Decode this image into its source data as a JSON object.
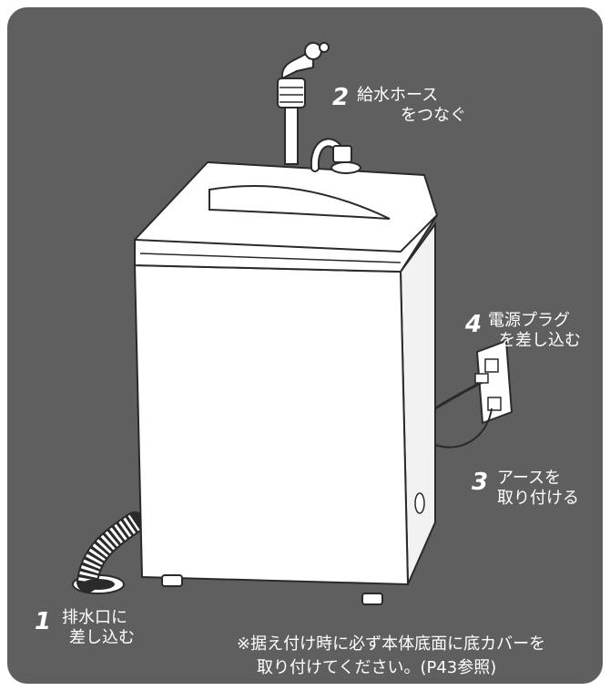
{
  "colors": {
    "background": "#5f5f5f",
    "machine": "#ffffff",
    "outline": "#2a2a2a",
    "text": "#ffffff"
  },
  "steps": [
    {
      "number": "1",
      "line1": "排水口に",
      "line2": "差し込む"
    },
    {
      "number": "2",
      "line1": "給水ホース",
      "line2": "をつなぐ"
    },
    {
      "number": "3",
      "line1": "アースを",
      "line2": "取り付ける"
    },
    {
      "number": "4",
      "line1": "電源プラグ",
      "line2": "を差し込む"
    }
  ],
  "note": {
    "line1": "※据え付け時に必ず本体底面に底カバーを",
    "line2": "取り付けてください。(P43参照)"
  },
  "icons": [
    "faucet-icon",
    "washing-machine-illustration",
    "power-outlet-icon",
    "drain-hose-icon"
  ]
}
